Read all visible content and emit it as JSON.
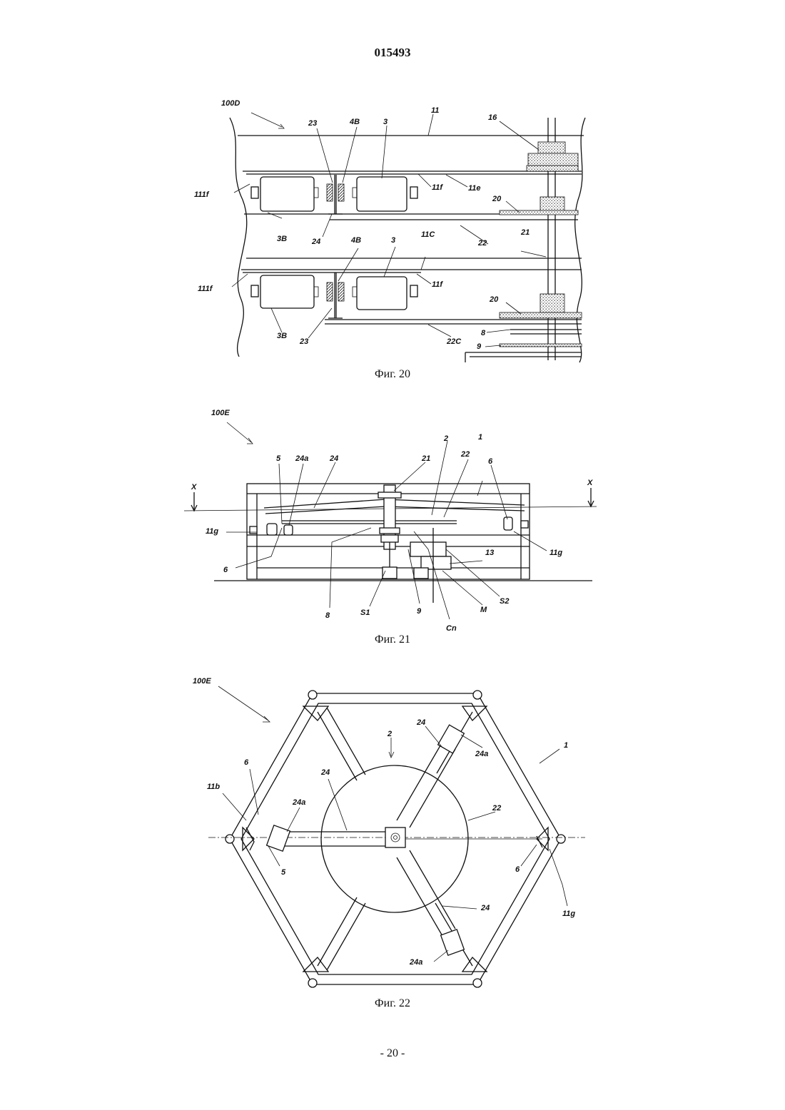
{
  "header": {
    "doc_number": "015493"
  },
  "figures": [
    {
      "id": "fig20",
      "caption": "Фиг. 20",
      "labels": {
        "ref": "100D",
        "l23a": "23",
        "l4Ba": "4B",
        "l3a": "3",
        "l11": "11",
        "l16": "16",
        "l111fa": "111f",
        "l11fa": "11f",
        "l11e": "11e",
        "l20a": "20",
        "l3Ba": "3B",
        "l24": "24",
        "l22": "22",
        "l21": "21",
        "l4Bb": "4B",
        "l3b": "3",
        "l11C": "11C",
        "l111fb": "111f",
        "l11fb": "11f",
        "l20b": "20",
        "l3Bb": "3B",
        "l23b": "23",
        "l22C": "22C",
        "l8": "8",
        "l9": "9"
      }
    },
    {
      "id": "fig21",
      "caption": "Фиг. 21",
      "labels": {
        "ref": "100E",
        "x1": "X",
        "x2": "X",
        "l5": "5",
        "l24a": "24a",
        "l24": "24",
        "l21": "21",
        "l2": "2",
        "l22": "22",
        "l1": "1",
        "l6a": "6",
        "l11ga": "11g",
        "l6b": "6",
        "l11gb": "11g",
        "l13": "13",
        "l8": "8",
        "lS1": "S1",
        "l9": "9",
        "lCn": "Cn",
        "lM": "M",
        "lS2": "S2"
      }
    },
    {
      "id": "fig22",
      "caption": "Фиг. 22",
      "labels": {
        "ref": "100E",
        "l2": "2",
        "l24a": "24",
        "l24b": "24",
        "l24c": "24",
        "l24d": "24",
        "l24aa": "24a",
        "l24ab": "24a",
        "l24ac": "24a",
        "l1": "1",
        "l6a": "6",
        "l6b": "6",
        "l11b": "11b",
        "l5": "5",
        "l22": "22",
        "l11g": "11g"
      }
    }
  ],
  "footer": {
    "page_number": "- 20 -"
  }
}
